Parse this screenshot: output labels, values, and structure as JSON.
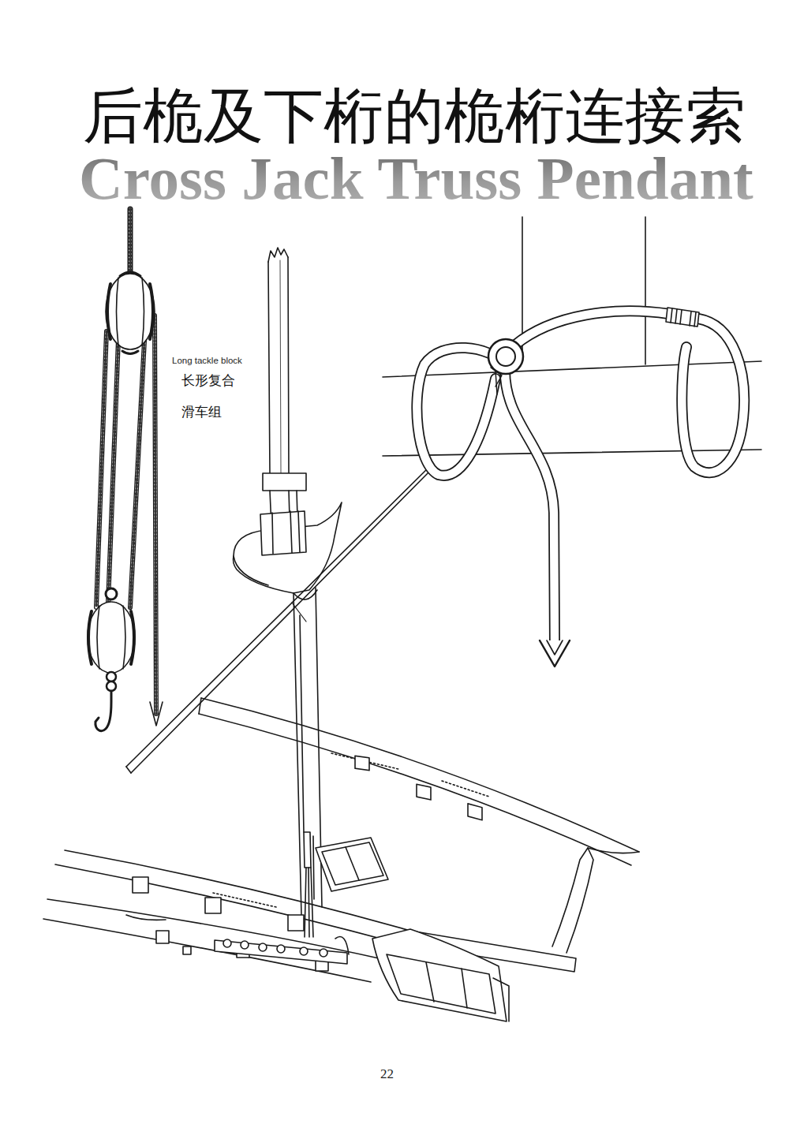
{
  "diagram": {
    "title": "后桅及下桁的桅桁连接索",
    "labels": [
      "Cross Jack Truss Pendant",
      "Long tackle block",
      "长形复合 滑车组",
      "22"
    ]
  }
}
